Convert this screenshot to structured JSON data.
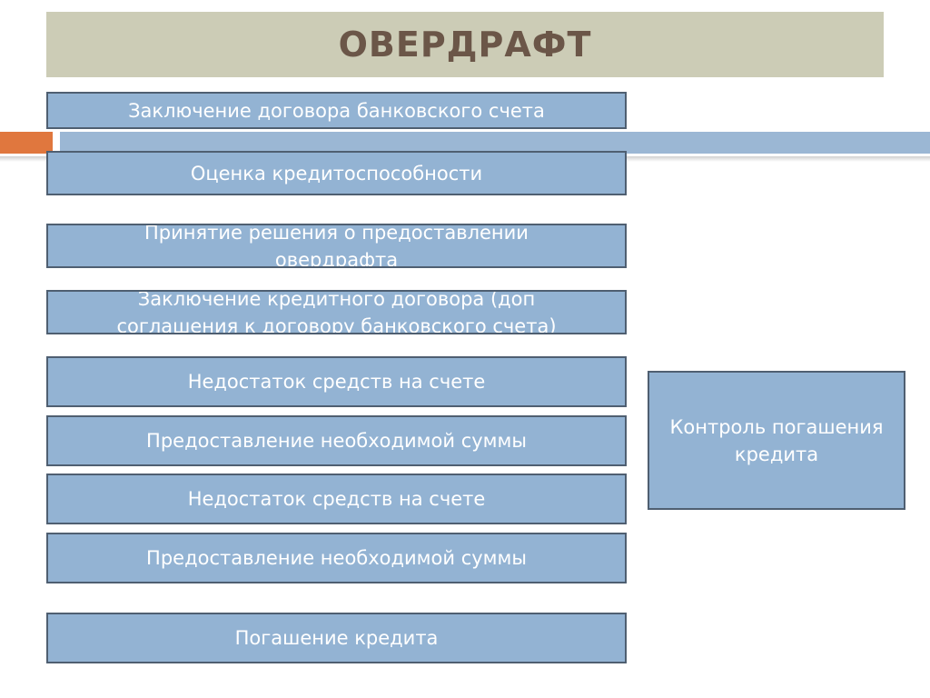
{
  "title": "ОВЕРДРАФТ",
  "steps": [
    {
      "label": "Заключение договора банковского счета"
    },
    {
      "label": "Оценка кредитоспособности"
    },
    {
      "label": "Принятие решения о предоставлении овердрафта"
    },
    {
      "label": "Заключение кредитного договора (доп соглашения к договору банковского счета)"
    },
    {
      "label": "Недостаток средств на счете"
    },
    {
      "label": "Предоставление необходимой суммы"
    },
    {
      "label": "Недостаток средств на счете"
    },
    {
      "label": "Предоставление необходимой суммы"
    },
    {
      "label": "Погашение кредита"
    }
  ],
  "side_box": {
    "label": "Контроль погашения кредита"
  },
  "colors": {
    "title_bg": "#ccccb6",
    "title_text": "#6b5648",
    "box_fill": "#93b3d3",
    "box_border": "#4f5f71",
    "stripe_orange": "#e0773e",
    "stripe_blue": "#9bb7d4"
  }
}
